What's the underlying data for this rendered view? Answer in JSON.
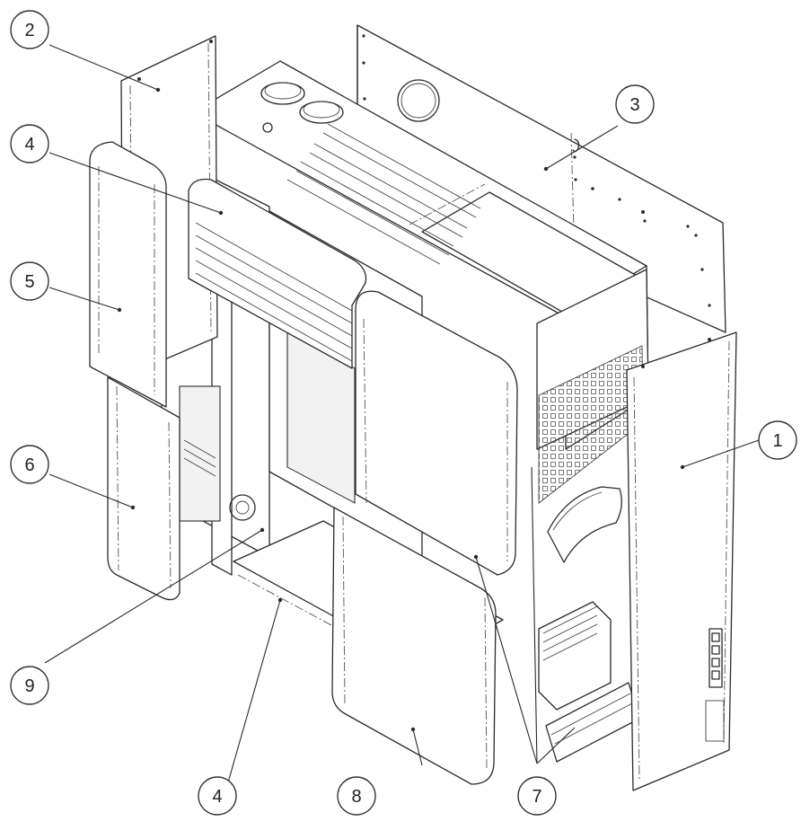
{
  "callouts": [
    {
      "label": "1"
    },
    {
      "label": "2"
    },
    {
      "label": "3"
    },
    {
      "label": "4"
    },
    {
      "label": "5"
    },
    {
      "label": "6"
    },
    {
      "label": "7"
    },
    {
      "label": "8"
    },
    {
      "label": "9"
    },
    {
      "label": "4"
    }
  ]
}
